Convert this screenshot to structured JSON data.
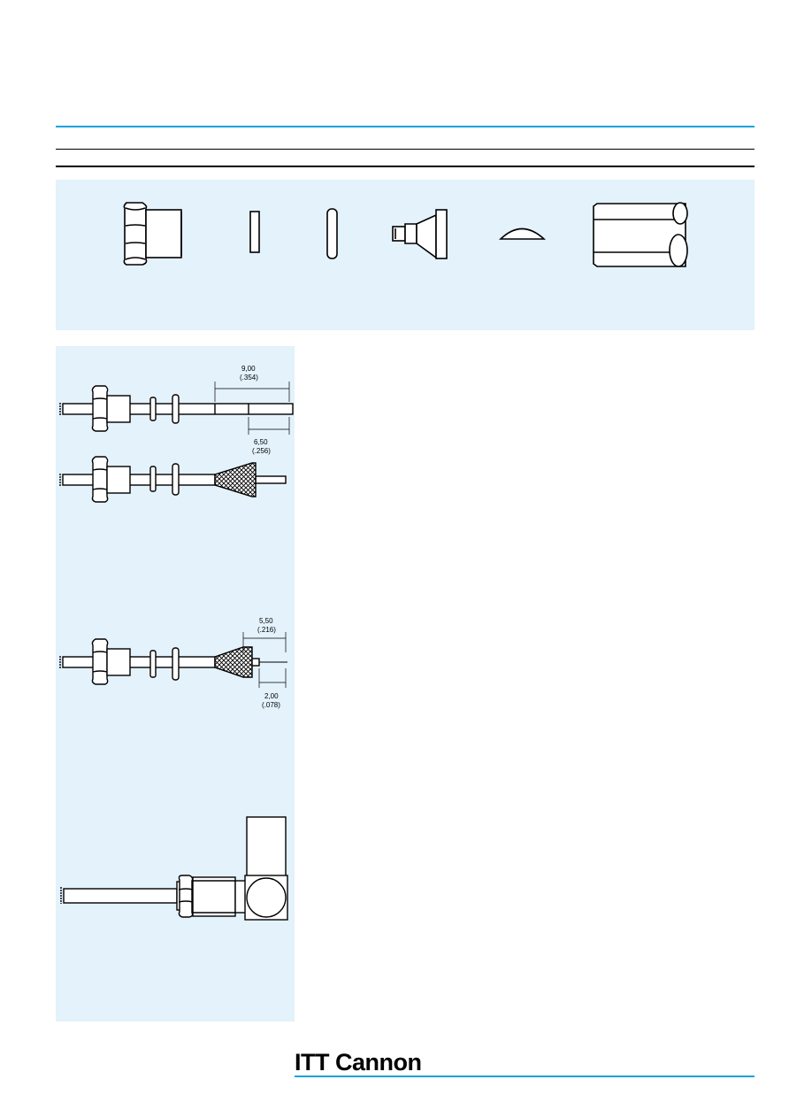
{
  "brand": {
    "logo_text": "ITT Cannon",
    "accent_color": "#1aa3dc",
    "panel_color": "#e3f2fb"
  },
  "parts": [
    {
      "icon": "hex-nut-icon"
    },
    {
      "icon": "washer-icon"
    },
    {
      "icon": "gasket-icon"
    },
    {
      "icon": "ferrule-clamp-icon"
    },
    {
      "icon": "contact-disc-icon"
    },
    {
      "icon": "right-angle-body-icon"
    }
  ],
  "steps": {
    "step1": {
      "dim_a_mm": "9,00",
      "dim_a_in": "(.354)",
      "dim_b_mm": "6,50",
      "dim_b_in": "(.256)"
    },
    "step3": {
      "dim_a_mm": "5,50",
      "dim_a_in": "(.216)",
      "dim_b_mm": "2,00",
      "dim_b_in": "(.078)"
    }
  }
}
